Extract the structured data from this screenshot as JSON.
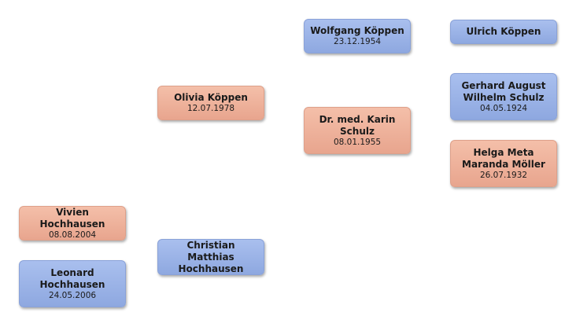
{
  "people": {
    "wolfgang": {
      "name": "Wolfgang Köppen",
      "date": "23.12.1954",
      "sex": "male"
    },
    "ulrich": {
      "name": "Ulrich Köppen",
      "date": "",
      "sex": "male"
    },
    "gerhard": {
      "name": "Gerhard August Wilhelm Schulz",
      "date": "04.05.1924",
      "sex": "male"
    },
    "olivia": {
      "name": "Olivia Köppen",
      "date": "12.07.1978",
      "sex": "female"
    },
    "karin": {
      "name": "Dr. med. Karin Schulz",
      "date": "08.01.1955",
      "sex": "female"
    },
    "helga": {
      "name": "Helga Meta Maranda Möller",
      "date": "26.07.1932",
      "sex": "female"
    },
    "vivien": {
      "name": "Vivien Hochhausen",
      "date": "08.08.2004",
      "sex": "female"
    },
    "christian": {
      "name": "Christian Matthias Hochhausen",
      "date": "",
      "sex": "male"
    },
    "leonard": {
      "name": "Leonard Hochhausen",
      "date": "24.05.2006",
      "sex": "male"
    }
  },
  "colors": {
    "male": "#9db4e8",
    "female": "#efb39c"
  }
}
